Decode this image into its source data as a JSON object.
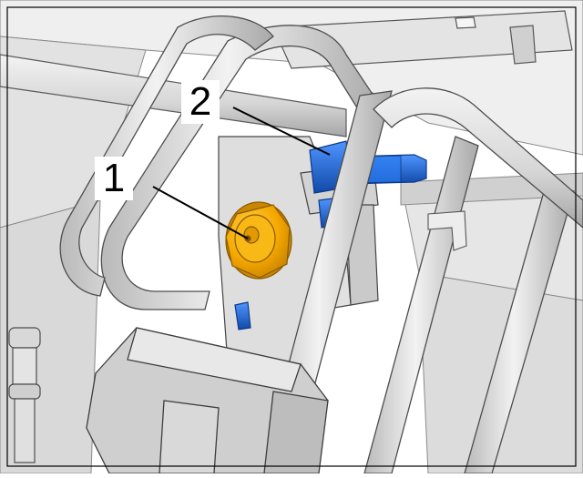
{
  "callouts": [
    {
      "number": "1",
      "part": "nut"
    },
    {
      "number": "2",
      "part": "connector"
    }
  ],
  "colors": {
    "background": "#ffffff",
    "frame_stroke": "#000000",
    "tube_light": "#e9e9e9",
    "tube_mid": "#d4d4d4",
    "tube_shadow": "#a8a8a8",
    "nut": "#f5a800",
    "nut_shadow": "#c98600",
    "connector": "#1e6fe0",
    "connector_shadow": "#1149a8"
  }
}
